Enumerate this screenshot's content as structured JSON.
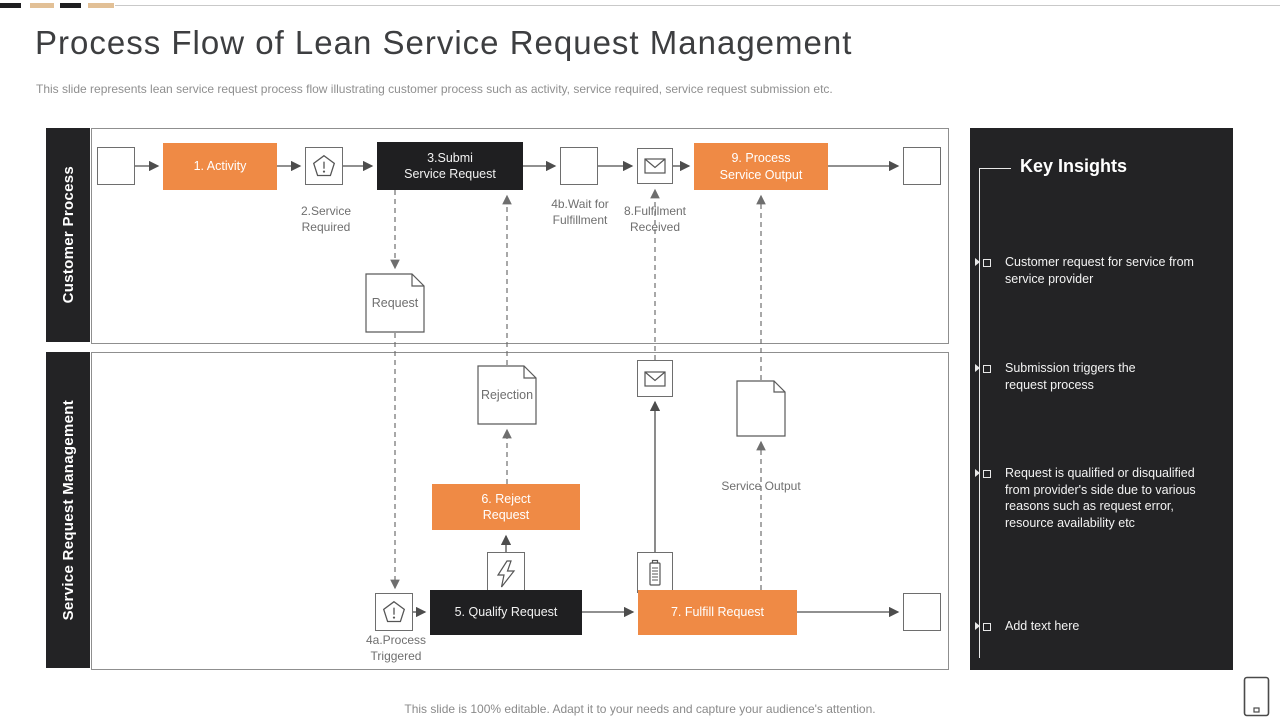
{
  "slide": {
    "title": "Process Flow of Lean Service Request Management",
    "subtitle": "This slide represents lean service request process flow illustrating customer process such as activity, service required, service request submission etc.",
    "footer": "This slide is 100% editable. Adapt it to your needs and capture your audience's attention."
  },
  "colors": {
    "accent_orange": "#EF8A45",
    "dark_panel": "#232325"
  },
  "lanes": [
    {
      "label": "Customer Process"
    },
    {
      "label": "Service Request Management"
    }
  ],
  "flow": {
    "activity": "1. Activity",
    "service_required": "2.Service\nRequired",
    "submit_service_request": "3.Submi\nService Request",
    "wait_for_fulfillment": "4b.Wait for\nFulfillment",
    "fulfilment_received": "8.Fulfilment\nReceived",
    "process_service_output": "9. Process\nService Output",
    "request_doc": "Request",
    "rejection_doc": "Rejection",
    "process_triggered": "4a.Process\nTriggered",
    "qualify_request": "5. Qualify Request",
    "reject_request": "6. Reject\nRequest",
    "fulfill_request": "7. Fulfill Request",
    "service_output": "Service Output"
  },
  "key_insights": {
    "title": "Key Insights",
    "items": [
      "Customer request for service from service provider",
      "Submission triggers the request process",
      "Request is qualified or disqualified from provider's side due to various reasons such as request error, resource availability etc",
      "Add text here"
    ]
  }
}
